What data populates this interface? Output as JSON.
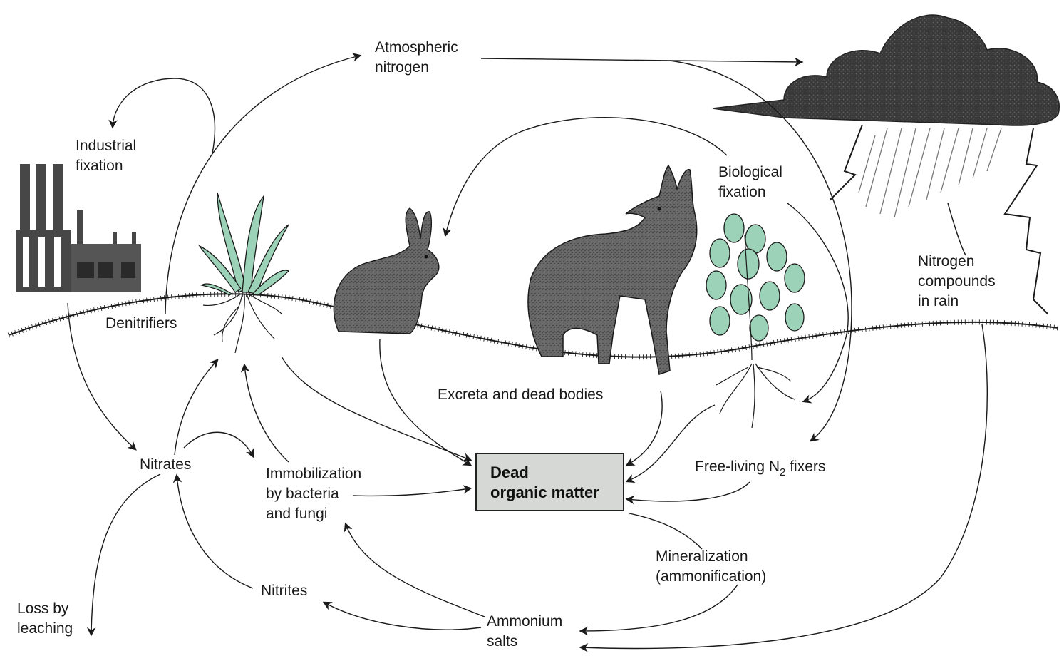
{
  "labels": {
    "atmospheric_line1": "Atmospheric",
    "atmospheric_line2": "nitrogen",
    "industrial_line1": "Industrial",
    "industrial_line2": "fixation",
    "biological_line1": "Biological",
    "biological_line2": "fixation",
    "denitrifiers": "Denitrifiers",
    "rain_line1": "Nitrogen",
    "rain_line2": "compounds",
    "rain_line3": "in rain",
    "excreta": "Excreta and dead bodies",
    "nitrates": "Nitrates",
    "immob_line1": "Immobilization",
    "immob_line2": "by bacteria",
    "immob_line3": "and fungi",
    "dead_line1": "Dead",
    "dead_line2": "organic matter",
    "freeliving_prefix": "Free-living N",
    "freeliving_sub": "2",
    "freeliving_suffix": " fixers",
    "mineral_line1": "Mineralization",
    "mineral_line2": "(ammonification)",
    "nitrites": "Nitrites",
    "ammonium_line1": "Ammonium",
    "ammonium_line2": "salts",
    "loss_line1": "Loss by",
    "loss_line2": "leaching"
  },
  "colors": {
    "ink": "#1a1a1a",
    "cloud": "#3a3a3a",
    "animal": "#5f5f5f",
    "plant_leaf": "#9cd3b8",
    "box_fill": "#d6d8d6",
    "building": "#474747"
  },
  "icons": [
    "factory-icon",
    "storm-cloud-icon",
    "grass-plant-icon",
    "rabbit-icon",
    "wolf-icon",
    "legume-plant-icon"
  ]
}
